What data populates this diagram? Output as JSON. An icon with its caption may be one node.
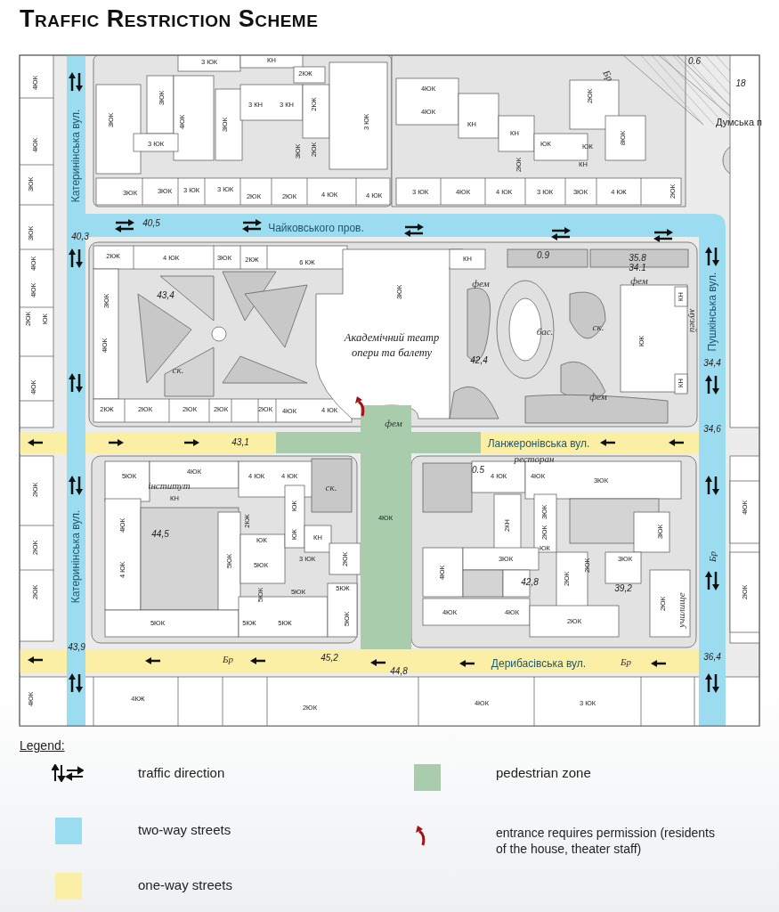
{
  "diagram": {
    "title": "Traffic Restriction Scheme",
    "labels": [
      "Катеринінська вул.",
      "Катеринінська вул.",
      "Чайковського пров.",
      "Пушкінська вул.",
      "Ланжеронівська вул.",
      "Дерибасівська вул.",
      "Академічний театр опери та балету",
      "40,5",
      "40,3",
      "43,4",
      "42,4",
      "43,1",
      "44,5",
      "42,8",
      "39,2",
      "34,4",
      "34,6",
      "45,2",
      "44,8",
      "43,9",
      "36,4",
      "0.9",
      "35.8",
      "34.1",
      "0.5",
      "0.6",
      "18",
      "фем",
      "фем",
      "фем",
      "фем",
      "бас.",
      "ск.",
      "ск.",
      "ск.",
      "музей",
      "ресторан",
      "інститут",
      "училище",
      "Бр",
      "Бр",
      "Бр",
      "Бр",
      "Думська п",
      "4ЮК",
      "4ЮК",
      "3ЮК",
      "3ЮК",
      "4ЮК",
      "4ЮК",
      "2ЮК",
      "ЮК",
      "4ЮК",
      "3ЮК",
      "3ЮК",
      "4ЮК",
      "3ЮК",
      "3 ЮК",
      "3 ЮК",
      "КН",
      "2КЖ",
      "3 КН",
      "3 КН",
      "2КЖ",
      "3ЮК",
      "2ЮК",
      "3 ЮК",
      "3ЮК",
      "3ЮК",
      "3 ЮК",
      "3 ЮК",
      "2ЮК",
      "2ЮК",
      "4 ЮК",
      "4 ЮК",
      "2КЖ",
      "4 ЮК",
      "3ЮК",
      "2КЖ",
      "6 КЖ",
      "3ЮК",
      "4ЮК",
      "2КЖ",
      "2ЮК",
      "2ЮК",
      "2ЮК",
      "2ЮК",
      "4ЮК",
      "4 ЮК",
      "4ЮК",
      "4ЮК",
      "КН",
      "КН",
      "2ЮК",
      "ЮК",
      "ЮК",
      "КН",
      "3 ЮК",
      "4ЮК",
      "4 ЮК",
      "3 ЮК",
      "3ЮК",
      "4 КЖ",
      "2ЮК",
      "8ЮК",
      "2ЮК",
      "КН",
      "3ЮК",
      "ЮК",
      "КН",
      "КН",
      "2ЮК",
      "2ЮК",
      "2ЮК",
      "5ЮК",
      "4ЮК",
      "4 ЮК",
      "4 ЮК",
      "КН",
      "4ЮК",
      "4 ЮК",
      "5ЮК",
      "2КЖ",
      "ЮК",
      "ЮК",
      "ЮК",
      "КН",
      "5ЮК",
      "3 ЮК",
      "2ЮК",
      "5ЮК",
      "5ЮК",
      "5КЖ",
      "5ЮК",
      "5КЖ",
      "5КЖ",
      "5ЮК",
      "4КЖ",
      "2ЮК",
      "4ЮК",
      "4ЮК",
      "4 ЮК",
      "4ЮК",
      "3ЮК",
      "2КН",
      "3ЮК",
      "2ЮК",
      "ЮК",
      "3ЮК",
      "3ЮК",
      "4ЮК",
      "2ЮК",
      "2ЮК",
      "2ЮК",
      "4ЮК",
      "4ЮК",
      "2ЮК",
      "4ЮК",
      "2ЮК",
      "3ЮК",
      "4ЮК",
      "3 ЮК",
      "Legend:"
    ],
    "legend": [
      {
        "text": "traffic direction"
      },
      {
        "text": "two-way streets",
        "color": "#9bdcf0"
      },
      {
        "text": "one-way streets",
        "color": "#fbefa6"
      },
      {
        "text": "pedestrian zone",
        "color": "#a8ccac"
      },
      {
        "text": "entrance requires permission (residents of the house, theater staff)"
      }
    ]
  }
}
